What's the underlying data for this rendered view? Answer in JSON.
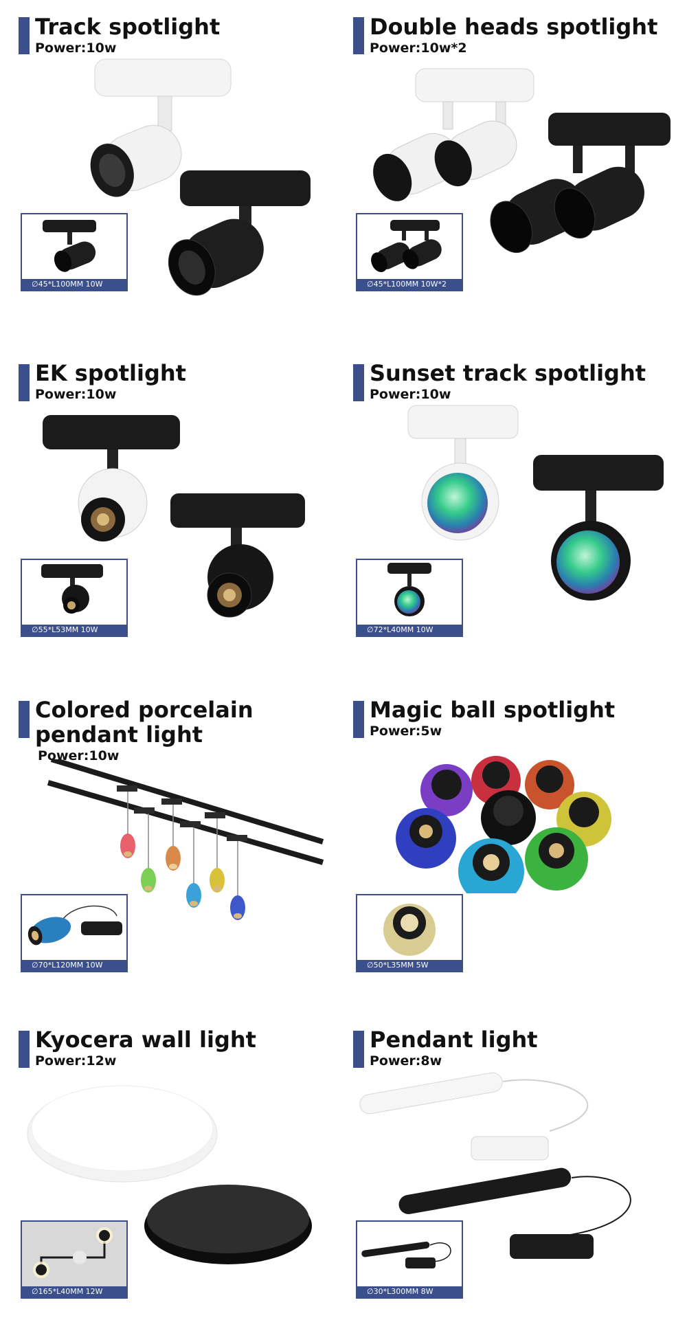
{
  "products": [
    {
      "title": "Track spotlight",
      "power": "Power:10w",
      "spec": "∅45*L100MM  10W"
    },
    {
      "title": "Double heads spotlight",
      "power": "Power:10w*2",
      "spec": "∅45*L100MM  10W*2"
    },
    {
      "title": "EK spotlight",
      "power": "Power:10w",
      "spec": "∅55*L53MM  10W"
    },
    {
      "title": "Sunset track spotlight",
      "power": "Power:10w",
      "spec": "∅72*L40MM  10W"
    },
    {
      "title_line1": "Colored porcelain",
      "title_line2": "pendant light",
      "power": "Power:10w",
      "spec": "∅70*L120MM  10W"
    },
    {
      "title": "Magic ball spotlight",
      "power": "Power:5w",
      "spec": "∅50*L35MM  5W"
    },
    {
      "title": "Kyocera wall light",
      "power": "Power:12w",
      "spec": "∅165*L40MM  12W"
    },
    {
      "title": "Pendant light",
      "power": "Power:8w",
      "spec": "∅30*L300MM  8W"
    }
  ],
  "colors": {
    "accent": "#3a4f8c"
  }
}
